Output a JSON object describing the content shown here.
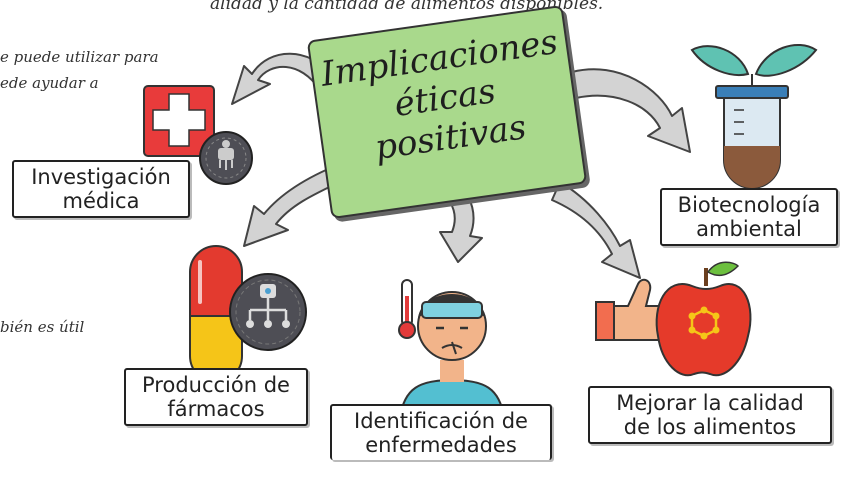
{
  "top_fragment": "alidad y la cantidad de alimentos disponibles.",
  "left_fragments": {
    "line1": "e puede utilizar para",
    "line2": "ede ayudar a",
    "line3": "bién es útil"
  },
  "center_title": {
    "line1": "Implicaciones",
    "line2": "éticas positivas"
  },
  "nodes": {
    "investigacion": {
      "line1": "Investigación",
      "line2": "médica"
    },
    "biotecnologia": {
      "line1": "Biotecnología",
      "line2": "ambiental"
    },
    "produccion": {
      "line1": "Producción de",
      "line2": "fármacos"
    },
    "identificacion": {
      "line1": "Identificación de",
      "line2": "enfermedades"
    },
    "mejorar": {
      "line1": "Mejorar la calidad",
      "line2": "de los alimentos"
    }
  },
  "colors": {
    "center_card": "#a9d98c",
    "arrow": "#c9c9c9",
    "medical_red": "#e83b3b",
    "pill_red": "#e33a2f",
    "pill_yellow": "#f5c518",
    "gear_gray": "#4e4e55",
    "apple_red": "#e53a2a",
    "skin": "#f2b48a",
    "shirt": "#53bfd1"
  },
  "icons": [
    "first-aid-cross-icon",
    "robot-badge-icon",
    "test-tube-plant-icon",
    "capsule-pill-icon",
    "network-chip-icon",
    "sick-person-icon",
    "thermometer-icon",
    "thumbs-up-icon",
    "apple-molecule-icon"
  ]
}
